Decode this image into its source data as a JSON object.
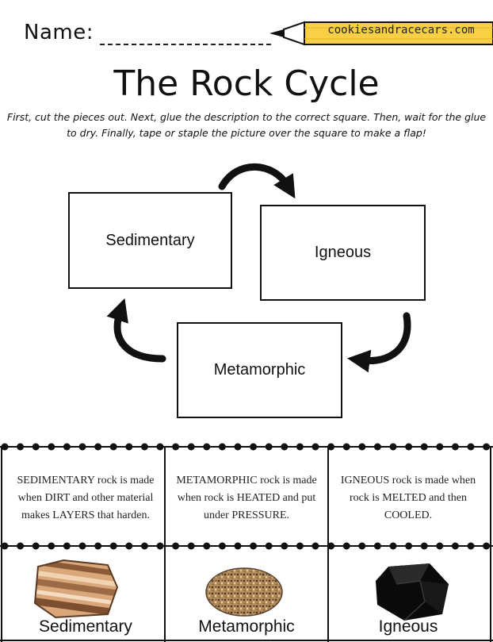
{
  "header": {
    "name_label": "Name: ",
    "website": "cookiesandracecars.com"
  },
  "title": "The Rock Cycle",
  "instructions": "First, cut the pieces out. Next, glue the description to the correct square. Then, wait for the glue to dry. Finally, tape or staple the picture over the square to make a flap!",
  "diagram": {
    "boxes": [
      "Sedimentary",
      "Igneous",
      "Metamorphic"
    ]
  },
  "cutouts": {
    "descriptions": [
      "SEDIMENTARY rock is made when DIRT and other material makes LAYERS that harden.",
      "METAMORPHIC rock is made when rock is HEATED and put under PRESSURE.",
      "IGNEOUS rock is made when rock is MELTED and then COOLED."
    ],
    "labels": [
      "Sedimentary",
      "Metamorphic",
      "Igneous"
    ]
  },
  "colors": {
    "pencil_body": "#f9cf45",
    "pencil_text": "#222222",
    "ink": "#111111"
  }
}
